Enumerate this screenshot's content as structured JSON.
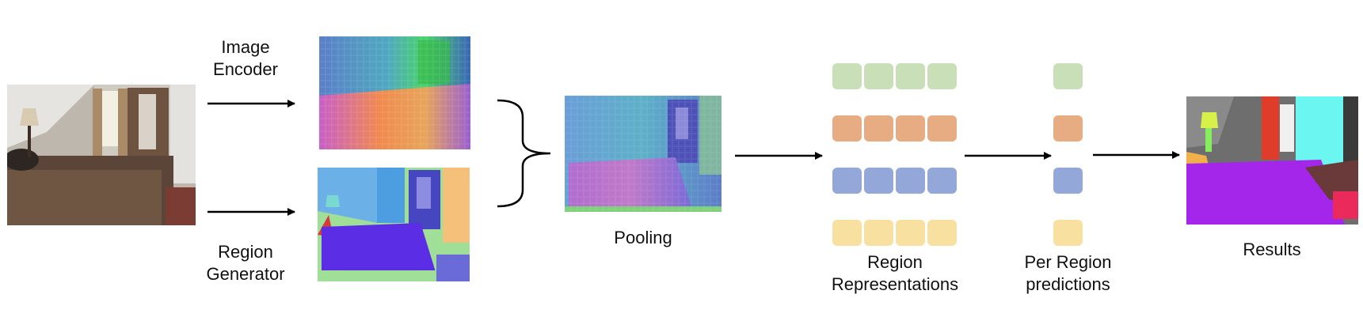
{
  "labels": {
    "image_encoder": [
      "Image",
      "Encoder"
    ],
    "region_generator": [
      "Region",
      "Generator"
    ],
    "pooling": "Pooling",
    "region_representations": [
      "Region",
      "Representations"
    ],
    "per_region_predictions": [
      "Per Region",
      "predictions"
    ],
    "results": "Results"
  },
  "representation_rows": [
    {
      "color": "#c8dfb8"
    },
    {
      "color": "#e8ac82"
    },
    {
      "color": "#93a8d8"
    },
    {
      "color": "#f7e0a0"
    }
  ],
  "columns_per_row": 4
}
